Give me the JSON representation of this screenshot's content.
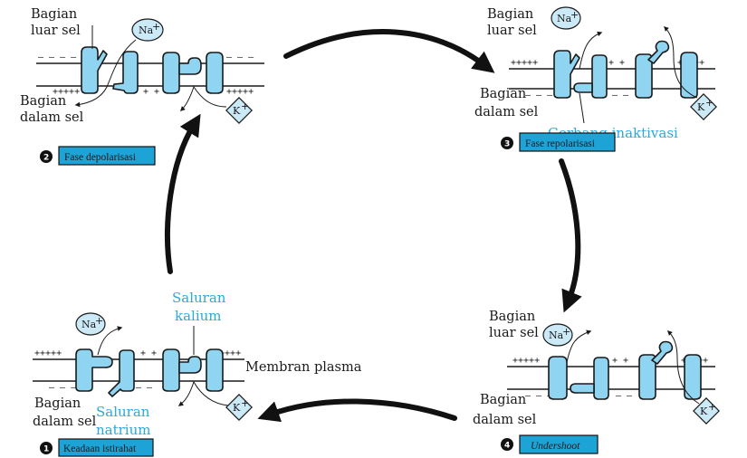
{
  "colors": {
    "channel_fill": "#8fd4f0",
    "label_blue": "#29a9dd",
    "phase_box": "#1ea3d6",
    "stroke": "#1a1a1a"
  },
  "ions": {
    "na": "Na",
    "k": "K",
    "plus": "+"
  },
  "labels": {
    "outside": [
      "Bagian",
      "luar sel"
    ],
    "inside": [
      "Bagian",
      "dalam sel"
    ],
    "potassium_channel": [
      "Saluran",
      "kalium"
    ],
    "sodium_channel": [
      "Saluran",
      "natrium"
    ],
    "membrane": "Membran plasma",
    "inactivation_gate": "Gerbang inaktivasi"
  },
  "charges": {
    "plus5": "+++++",
    "plus2": "+ +",
    "minus4": "– – – –",
    "minus3": "– – –",
    "minus2": "– –"
  },
  "phases": [
    {
      "number": "1",
      "label": "Keadaan istirahat"
    },
    {
      "number": "2",
      "label": "Fase depolarisasi"
    },
    {
      "number": "3",
      "label": "Fase repolarisasi"
    },
    {
      "number": "4",
      "label": "Undershoot"
    }
  ]
}
